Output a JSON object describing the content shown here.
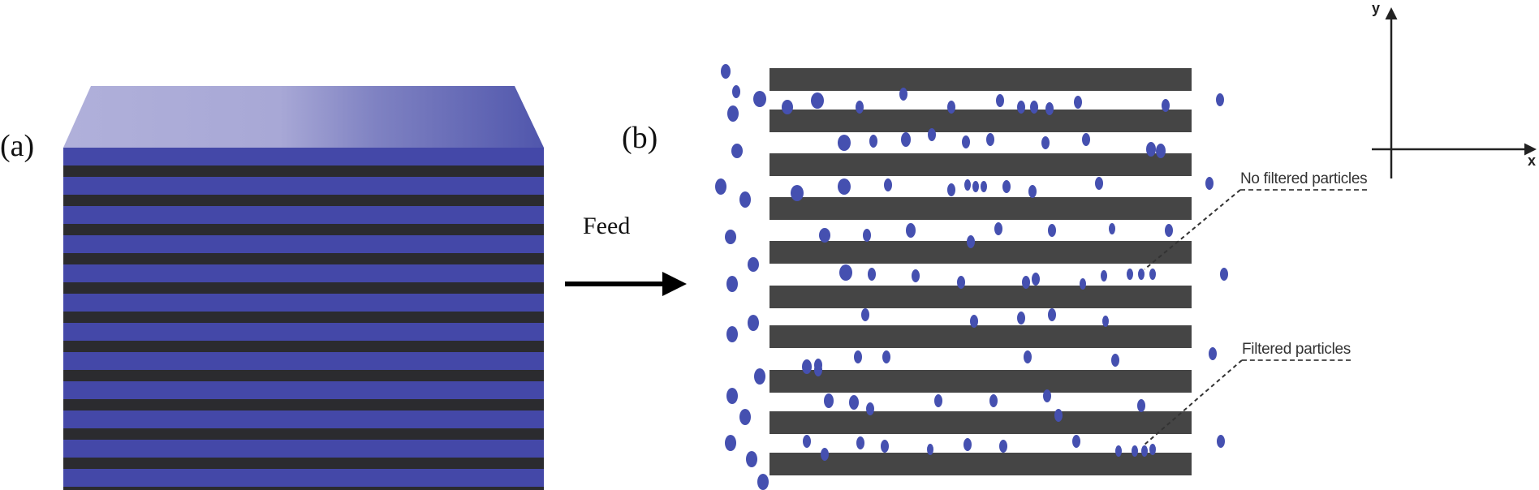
{
  "labels": {
    "panel_a": "(a)",
    "panel_b": "(b)",
    "feed": "Feed",
    "no_filtered": "No filtered particles",
    "filtered": "Filtered particles",
    "axis_x": "x",
    "axis_y": "y"
  },
  "colors": {
    "membrane_blue": "#4448a8",
    "membrane_top_light": "#b4b4dc",
    "membrane_top_dark": "#5258ae",
    "spacer_dark": "#2b2b2f",
    "channel_gray": "#454545",
    "particle": "#4550b0",
    "arrow": "#000000"
  }
}
